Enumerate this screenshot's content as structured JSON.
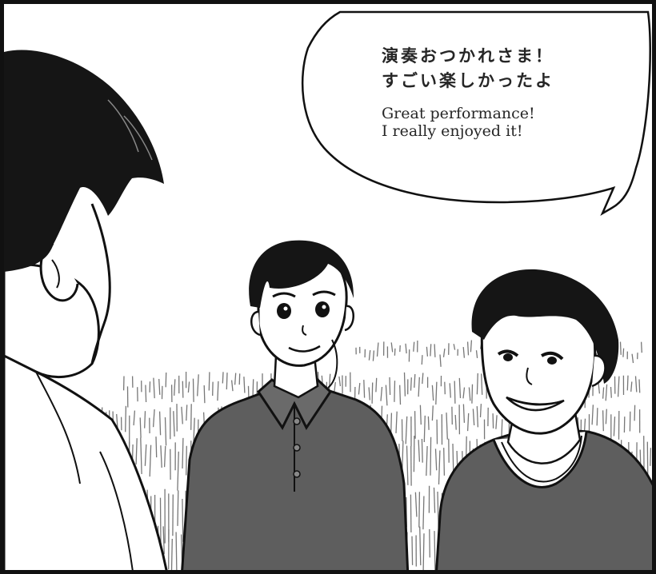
{
  "panel": {
    "speech_bubble": {
      "japanese_lines": [
        "演奏おつかれさま！",
        "すごい楽しかったよ"
      ],
      "english_lines": [
        "Great performance!",
        "I really enjoyed it!"
      ]
    },
    "characters": [
      "man-foreground-left",
      "woman-center",
      "woman-right-smiling"
    ],
    "colors": {
      "ink": "#111111",
      "shirt_gray": "#5e5e5e",
      "hair": "#151515",
      "paper": "#ffffff"
    }
  }
}
